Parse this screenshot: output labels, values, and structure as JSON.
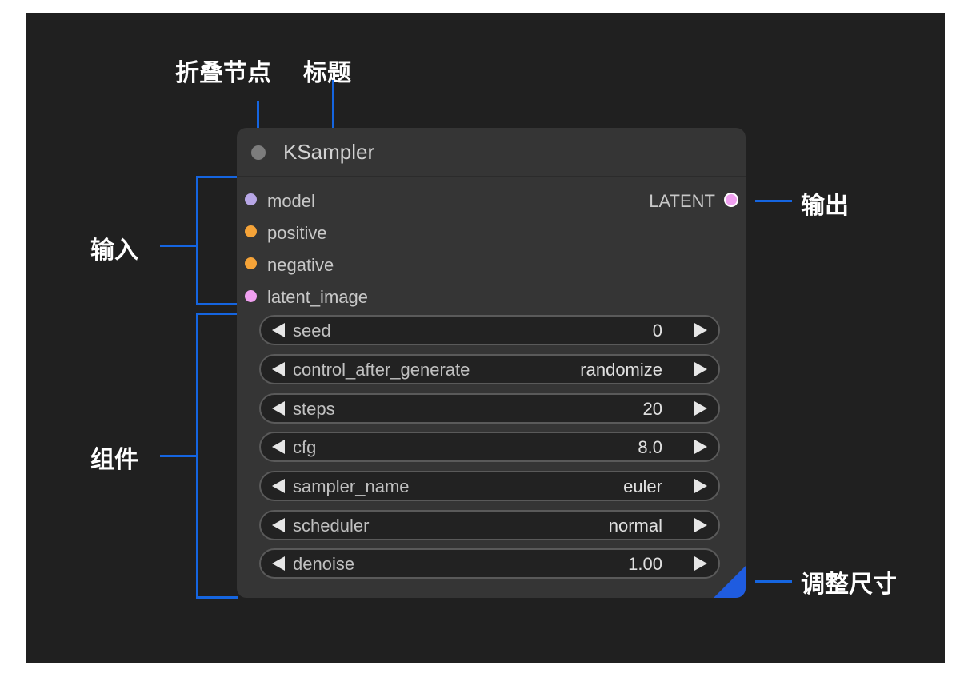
{
  "annotations": {
    "collapse_node": "折叠节点",
    "title": "标题",
    "inputs": "输入",
    "output": "输出",
    "widgets": "组件",
    "resize": "调整尺寸"
  },
  "node": {
    "title": "KSampler",
    "inputs": [
      {
        "label": "model",
        "color": "#b8a7e6"
      },
      {
        "label": "positive",
        "color": "#f5a338"
      },
      {
        "label": "negative",
        "color": "#f5a338"
      },
      {
        "label": "latent_image",
        "color": "#f0a0f0"
      }
    ],
    "output": {
      "label": "LATENT",
      "color": "#f0a0f0"
    },
    "widgets": [
      {
        "label": "seed",
        "value": "0"
      },
      {
        "label": "control_after_generate",
        "value": "randomize"
      },
      {
        "label": "steps",
        "value": "20"
      },
      {
        "label": "cfg",
        "value": "8.0"
      },
      {
        "label": "sampler_name",
        "value": "euler"
      },
      {
        "label": "scheduler",
        "value": "normal"
      },
      {
        "label": "denoise",
        "value": "1.00"
      }
    ]
  },
  "colors": {
    "annotation_line": "#1565e0",
    "resize_handle": "#1f5ce0",
    "canvas": "#202020",
    "node_body": "#353535"
  }
}
